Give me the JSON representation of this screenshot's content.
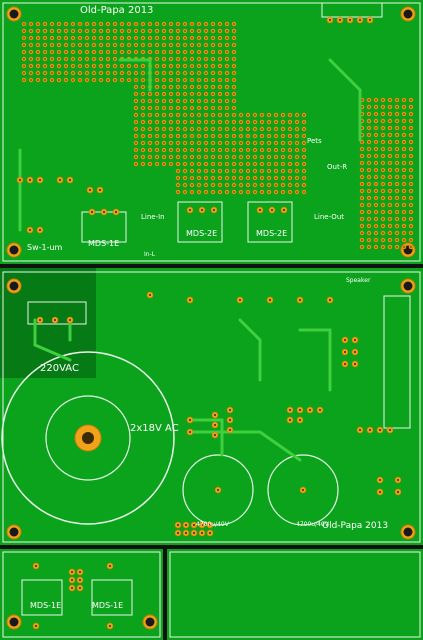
{
  "board": {
    "colors": {
      "copper": "#0aa31b",
      "pad": "#f2a21a",
      "silk": "#e8f6e8",
      "gap": "#111111"
    },
    "top_section": {
      "title": "Old-Papa 2013",
      "labels": {
        "mds_left": "MDS-1E",
        "mds_mid": "MDS-2E",
        "mds_right": "MDS-2E",
        "sw": "Sw-1-um",
        "line_in": "Line-In",
        "line_out": "Line-Out",
        "out_r": "Out-R",
        "in_l": "In-L",
        "pets": "Pets"
      }
    },
    "power_section": {
      "mains_label": "220VAC",
      "secondary_label": "2x18V AC",
      "footer_title": "Old-Papa 2013",
      "speaker_label": "Speaker",
      "cap_labels": [
        "4700u/40V",
        "4700u/40V"
      ]
    },
    "bottom_left": {
      "labels": [
        "MDS-1E",
        "MDS-1E"
      ]
    }
  }
}
